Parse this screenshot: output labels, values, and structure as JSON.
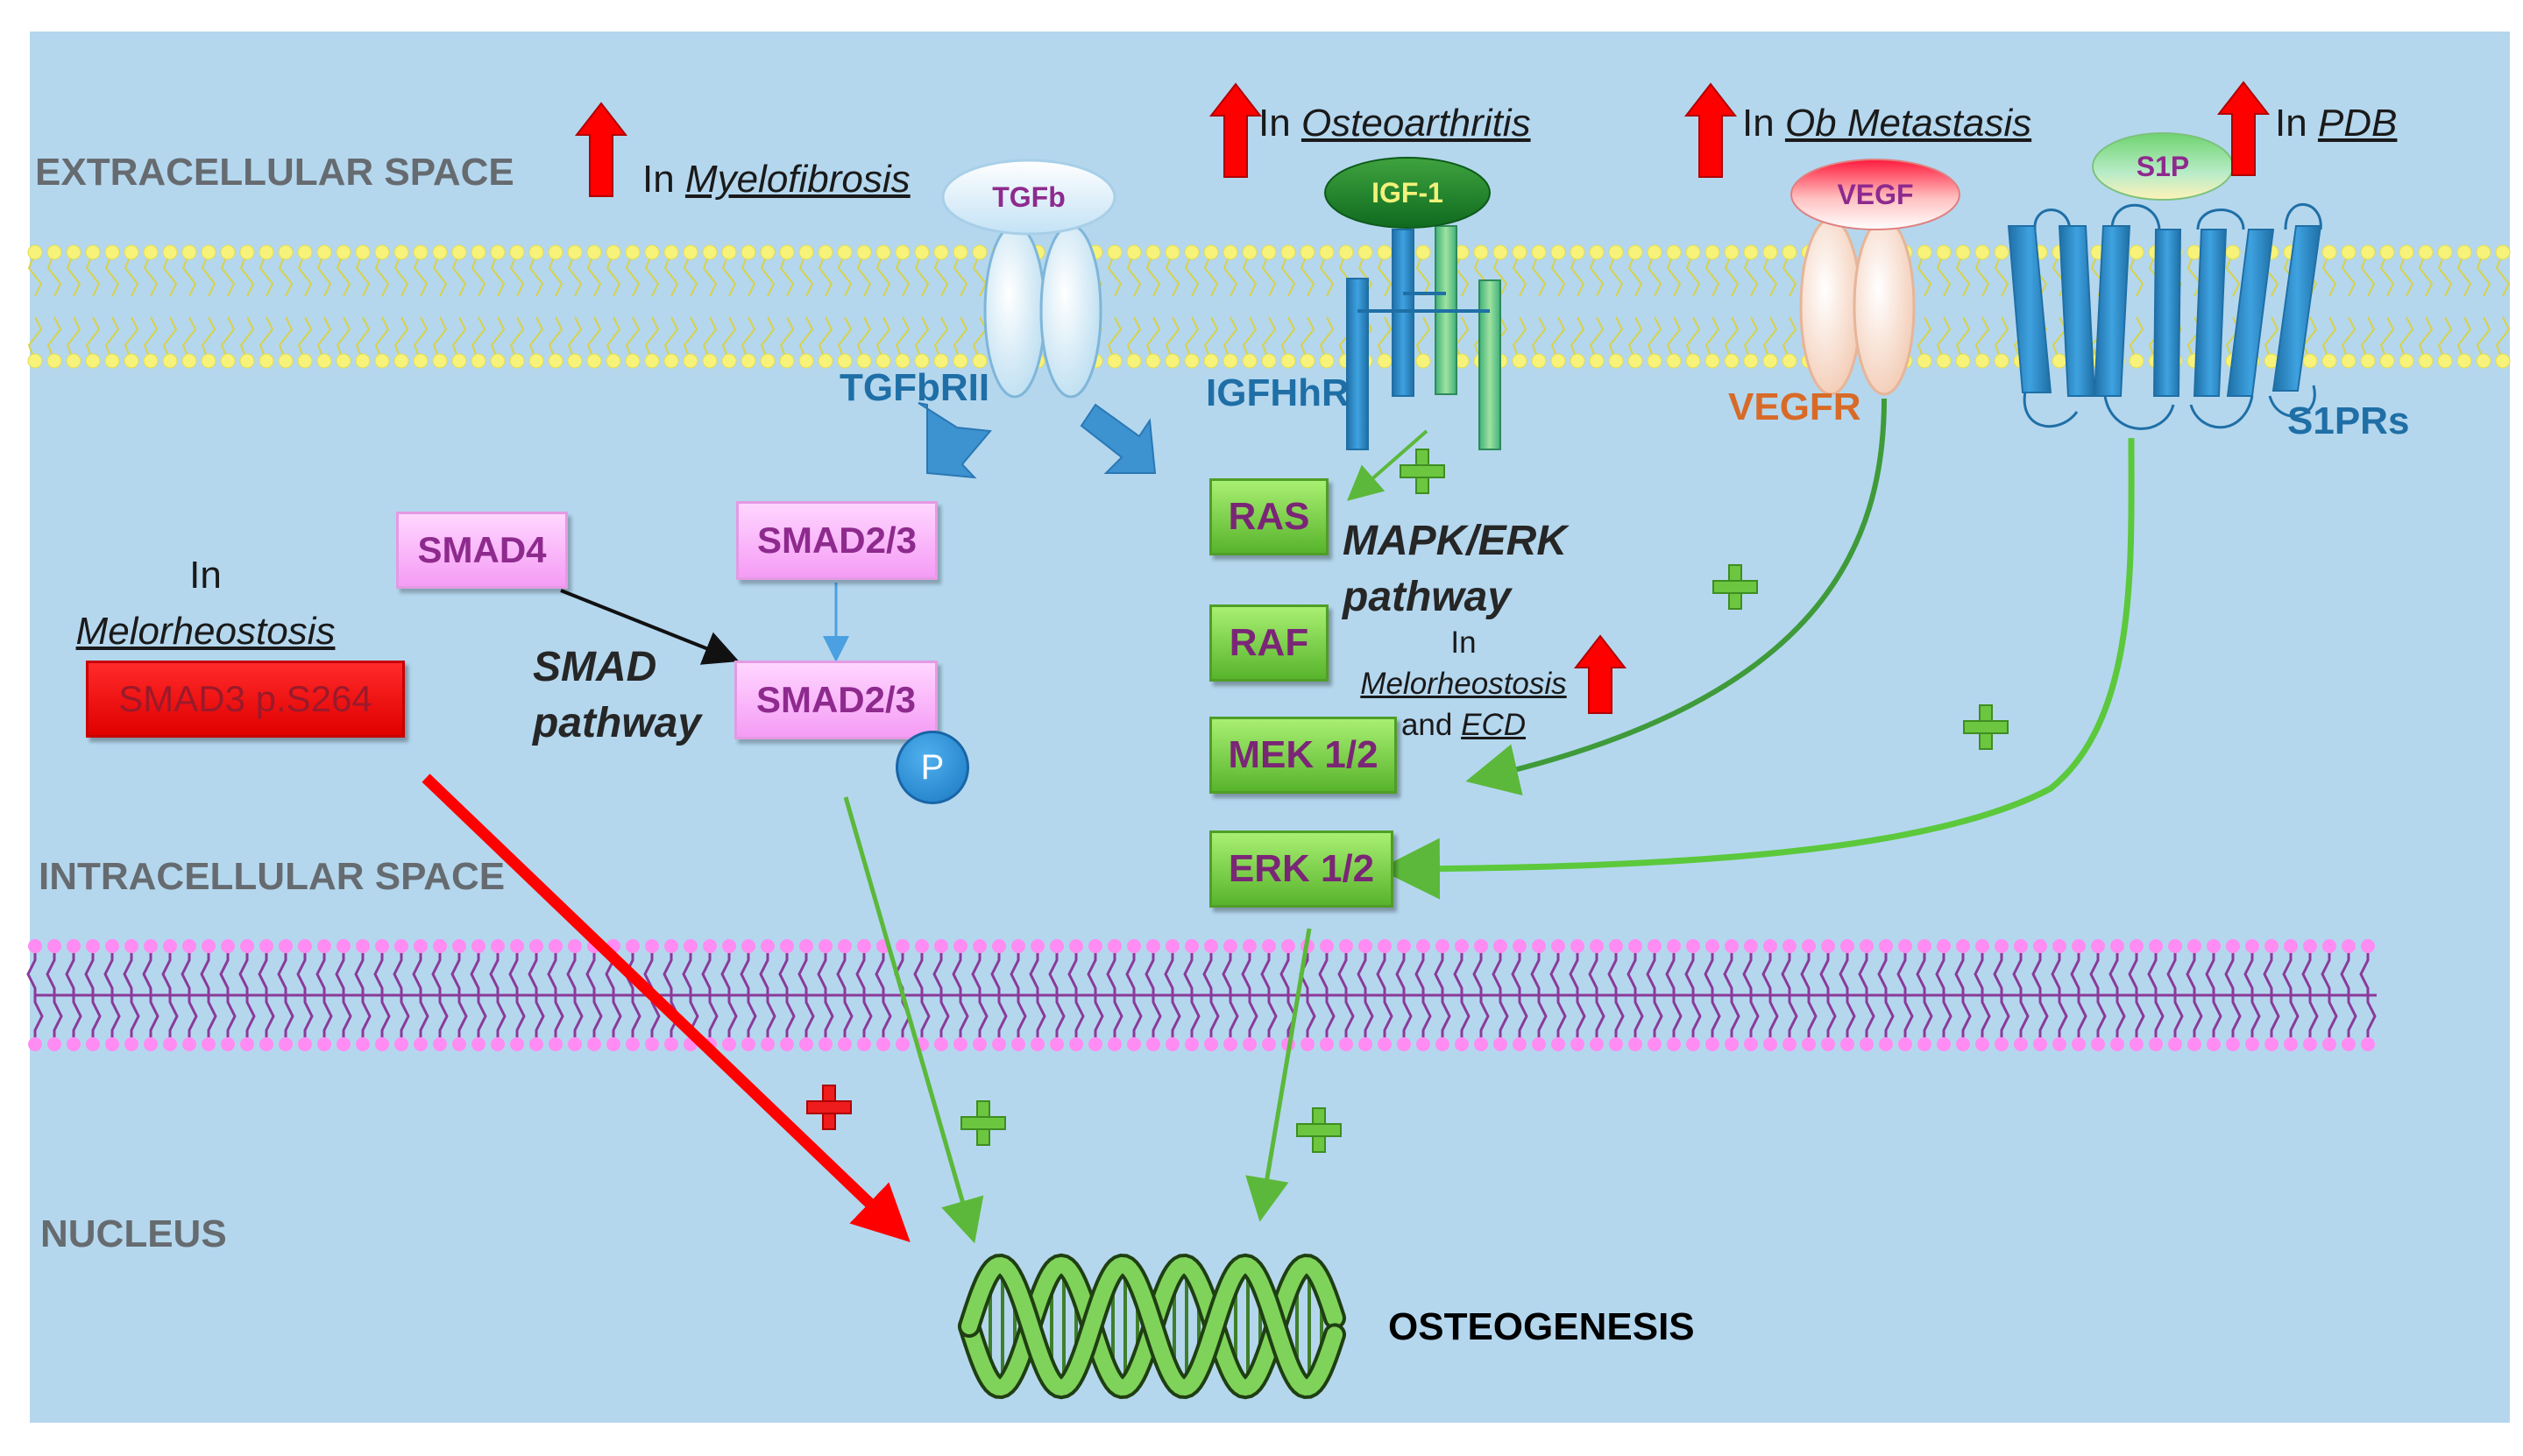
{
  "regions": {
    "extracellular": "EXTRACELLULAR SPACE",
    "intracellular": "INTRACELLULAR SPACE",
    "nucleus": "NUCLEUS"
  },
  "conditions": {
    "myelofibrosis": {
      "prefix": "In",
      "name": "Myelofibrosis"
    },
    "osteoarthritis": {
      "prefix": "In",
      "name": "Osteoarthritis"
    },
    "ob_metastasis": {
      "prefix": "In",
      "name": "Ob Metastasis"
    },
    "pdb": {
      "prefix": "In",
      "name": "PDB"
    },
    "melorheostosis_left": {
      "prefix": "In",
      "name": "Melorheostosis"
    },
    "melorheostosis_mid": {
      "prefix": "In",
      "name": "Melorheostosis",
      "and": "and",
      "ecd": "ECD"
    }
  },
  "ligands": {
    "tgfb": "TGFb",
    "igf1": "IGF-1",
    "vegf": "VEGF",
    "s1p": "S1P"
  },
  "receptors": {
    "tgfbrii": "TGFbRII",
    "igfhhr": "IGFHhR",
    "vegfr": "VEGFR",
    "s1prs": "S1PRs"
  },
  "boxes": {
    "smad4": "SMAD4",
    "smad23_top": "SMAD2/3",
    "smad23_bottom": "SMAD2/3",
    "smad3_mut": "SMAD3 p.S264",
    "ras": "RAS",
    "raf": "RAF",
    "mek": "MEK 1/2",
    "erk": "ERK 1/2"
  },
  "phospho": "P",
  "pathways": {
    "smad_line1": "SMAD",
    "smad_line2": "pathway",
    "mapk_line1": "MAPK/ERK",
    "mapk_line2": "pathway"
  },
  "outcome": "OSTEOGENESIS",
  "colors": {
    "background": "#b4d7ee",
    "membrane_yellow": "#f7f27a",
    "membrane_purple": "#8a3a9a",
    "membrane_pink": "#ff8cf2",
    "up_arrow": "#ff0000",
    "activation": "#5cb83a",
    "receptor_blue": "#2d8ccc",
    "dna_green": "#7fd35a"
  }
}
